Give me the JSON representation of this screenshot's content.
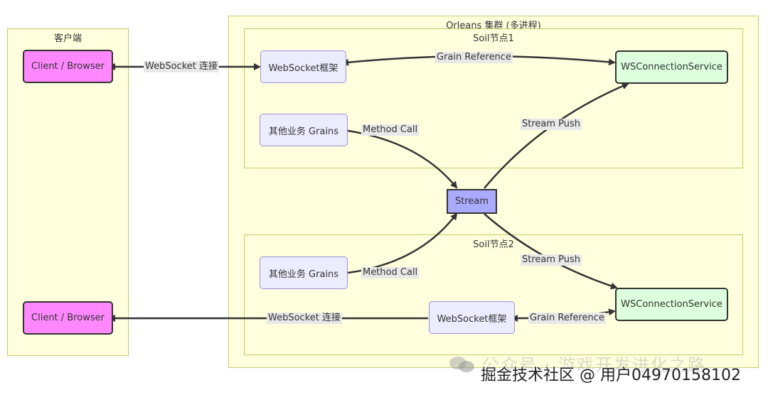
{
  "clusters": {
    "client": "客户端",
    "orleans": "Orleans 集群 (多进程)",
    "soil1": "Soil节点1",
    "soil2": "Soil节点2"
  },
  "nodes": {
    "client1": "Client / Browser",
    "client2": "Client / Browser",
    "ws_frame1": "WebSocket框架",
    "ws_frame2": "WebSocket框架",
    "other1": "其他业务 Grains",
    "other2": "其他业务 Grains",
    "wsconn1": "WSConnectionService",
    "wsconn2": "WSConnectionService",
    "stream": "Stream"
  },
  "edges": {
    "ws_link1": "WebSocket 连接",
    "ws_link2": "WebSocket 连接",
    "grain_ref1": "Grain Reference",
    "grain_ref2": "Grain Reference",
    "method_call1": "Method Call",
    "method_call2": "Method Call",
    "stream_push1": "Stream Push",
    "stream_push2": "Stream Push"
  },
  "watermark": {
    "faint": "公众号 · 游戏开发进化之路",
    "main": "掘金技术社区 @ 用户04970158102"
  },
  "colors": {
    "cluster_bg": "#ffffde",
    "client_node": "#ff88ff",
    "ws_service_node": "#ddffdd",
    "stream_node": "#aaaaff",
    "plain_node": "#ececff"
  }
}
